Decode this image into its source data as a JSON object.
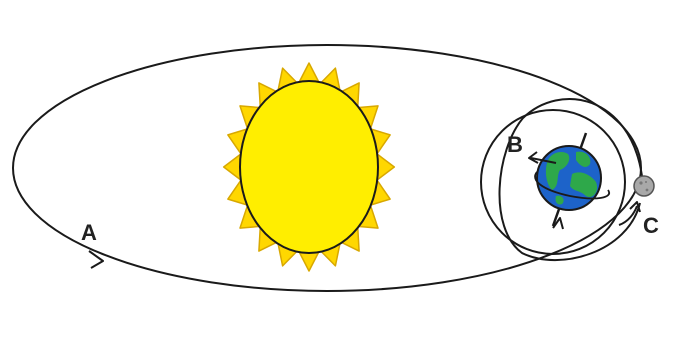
{
  "labels": {
    "a": "A",
    "b": "B",
    "c": "C"
  },
  "colors": {
    "outline": "#1a1a1a",
    "sun_core": "#ffee00",
    "sun_rays": "#ffd700",
    "earth_ocean": "#1d63c9",
    "earth_land": "#2ea84a",
    "moon": "#a8a8a8"
  },
  "icons": {
    "sun": "sun-icon",
    "earth": "earth-icon",
    "moon": "moon-icon"
  }
}
